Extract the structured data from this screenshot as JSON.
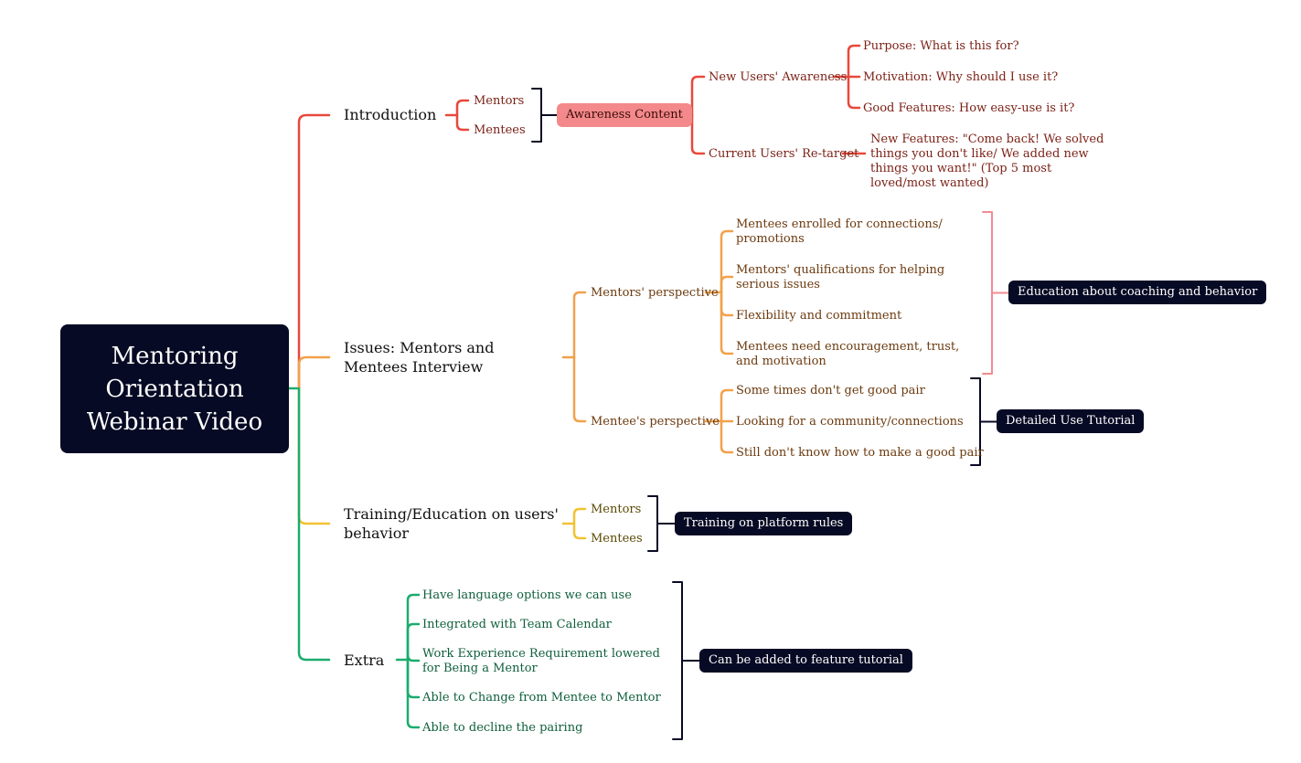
{
  "root": {
    "title": "Mentoring Orientation Webinar Video"
  },
  "colors": {
    "root_bg": "#070a24",
    "introduction": "#e8483d",
    "issues": "#f2a14a",
    "training": "#f1c232",
    "extra": "#1aac6e",
    "bracket_dark": "#070a24",
    "bracket_pink": "#f28b91",
    "awareness_pill": "#f3898a"
  },
  "branches": {
    "introduction": {
      "label": "Introduction",
      "items": [
        "Mentors",
        "Mentees"
      ],
      "summary": "Awareness Content",
      "new_users": {
        "label": "New Users' Awareness",
        "items": [
          "Purpose: What is this for?",
          "Motivation: Why should I use it?",
          "Good Features: How easy-use is it?"
        ]
      },
      "current_users": {
        "label": "Current Users' Re-target",
        "item": "New Features: \"Come back! We solved things you don't like/ We added new things you want!\" (Top 5 most loved/most wanted)"
      }
    },
    "issues": {
      "label": "Issues: Mentors and Mentees Interview",
      "mentors": {
        "label": "Mentors' perspective",
        "items": [
          "Mentees enrolled for connections/ promotions",
          "Mentors' qualifications for helping serious issues",
          "Flexibility and commitment",
          "Mentees need encouragement, trust, and motivation"
        ],
        "summary": "Education about coaching and behavior"
      },
      "mentees": {
        "label": "Mentee's perspective",
        "items": [
          "Some times don't get good pair",
          "Looking for a community/connections",
          "Still don't know how to make a good pair"
        ],
        "summary": "Detailed Use Tutorial"
      }
    },
    "training": {
      "label": "Training/Education on users' behavior",
      "items": [
        "Mentors",
        "Mentees"
      ],
      "summary": "Training on platform rules"
    },
    "extra": {
      "label": "Extra",
      "items": [
        "Have language options we can use",
        "Integrated with Team Calendar",
        "Work Experience Requirement lowered for Being a Mentor",
        "Able to Change from Mentee to Mentor",
        "Able to decline the pairing"
      ],
      "summary": "Can be added to feature tutorial"
    }
  }
}
